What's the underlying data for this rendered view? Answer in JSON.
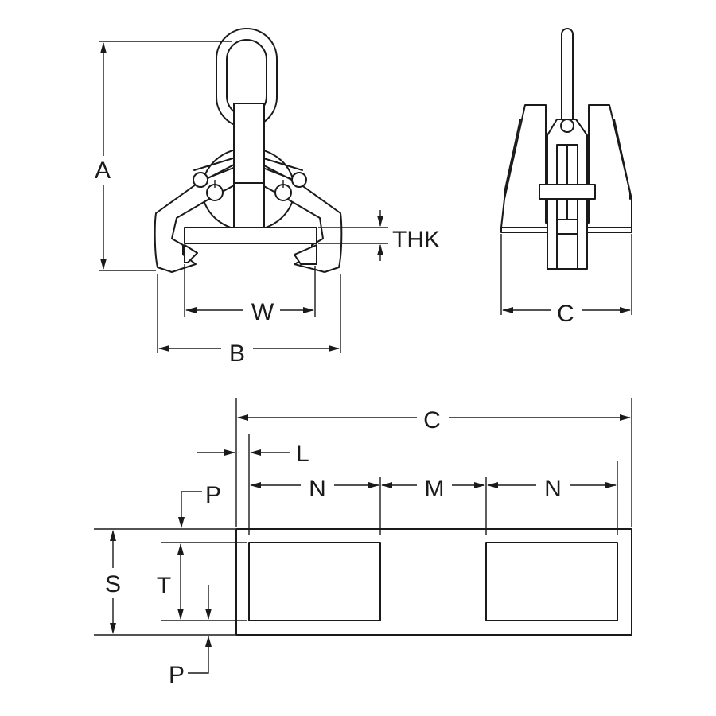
{
  "front_view": {
    "dim_a": "A",
    "dim_b": "B",
    "dim_w": "W",
    "dim_thk": "THK"
  },
  "side_view": {
    "dim_c": "C"
  },
  "plan_view": {
    "dim_c": "C",
    "dim_l": "L",
    "dim_n_left": "N",
    "dim_m": "M",
    "dim_n_right": "N",
    "dim_p_top": "P",
    "dim_s": "S",
    "dim_t": "T",
    "dim_p_bottom": "P"
  }
}
